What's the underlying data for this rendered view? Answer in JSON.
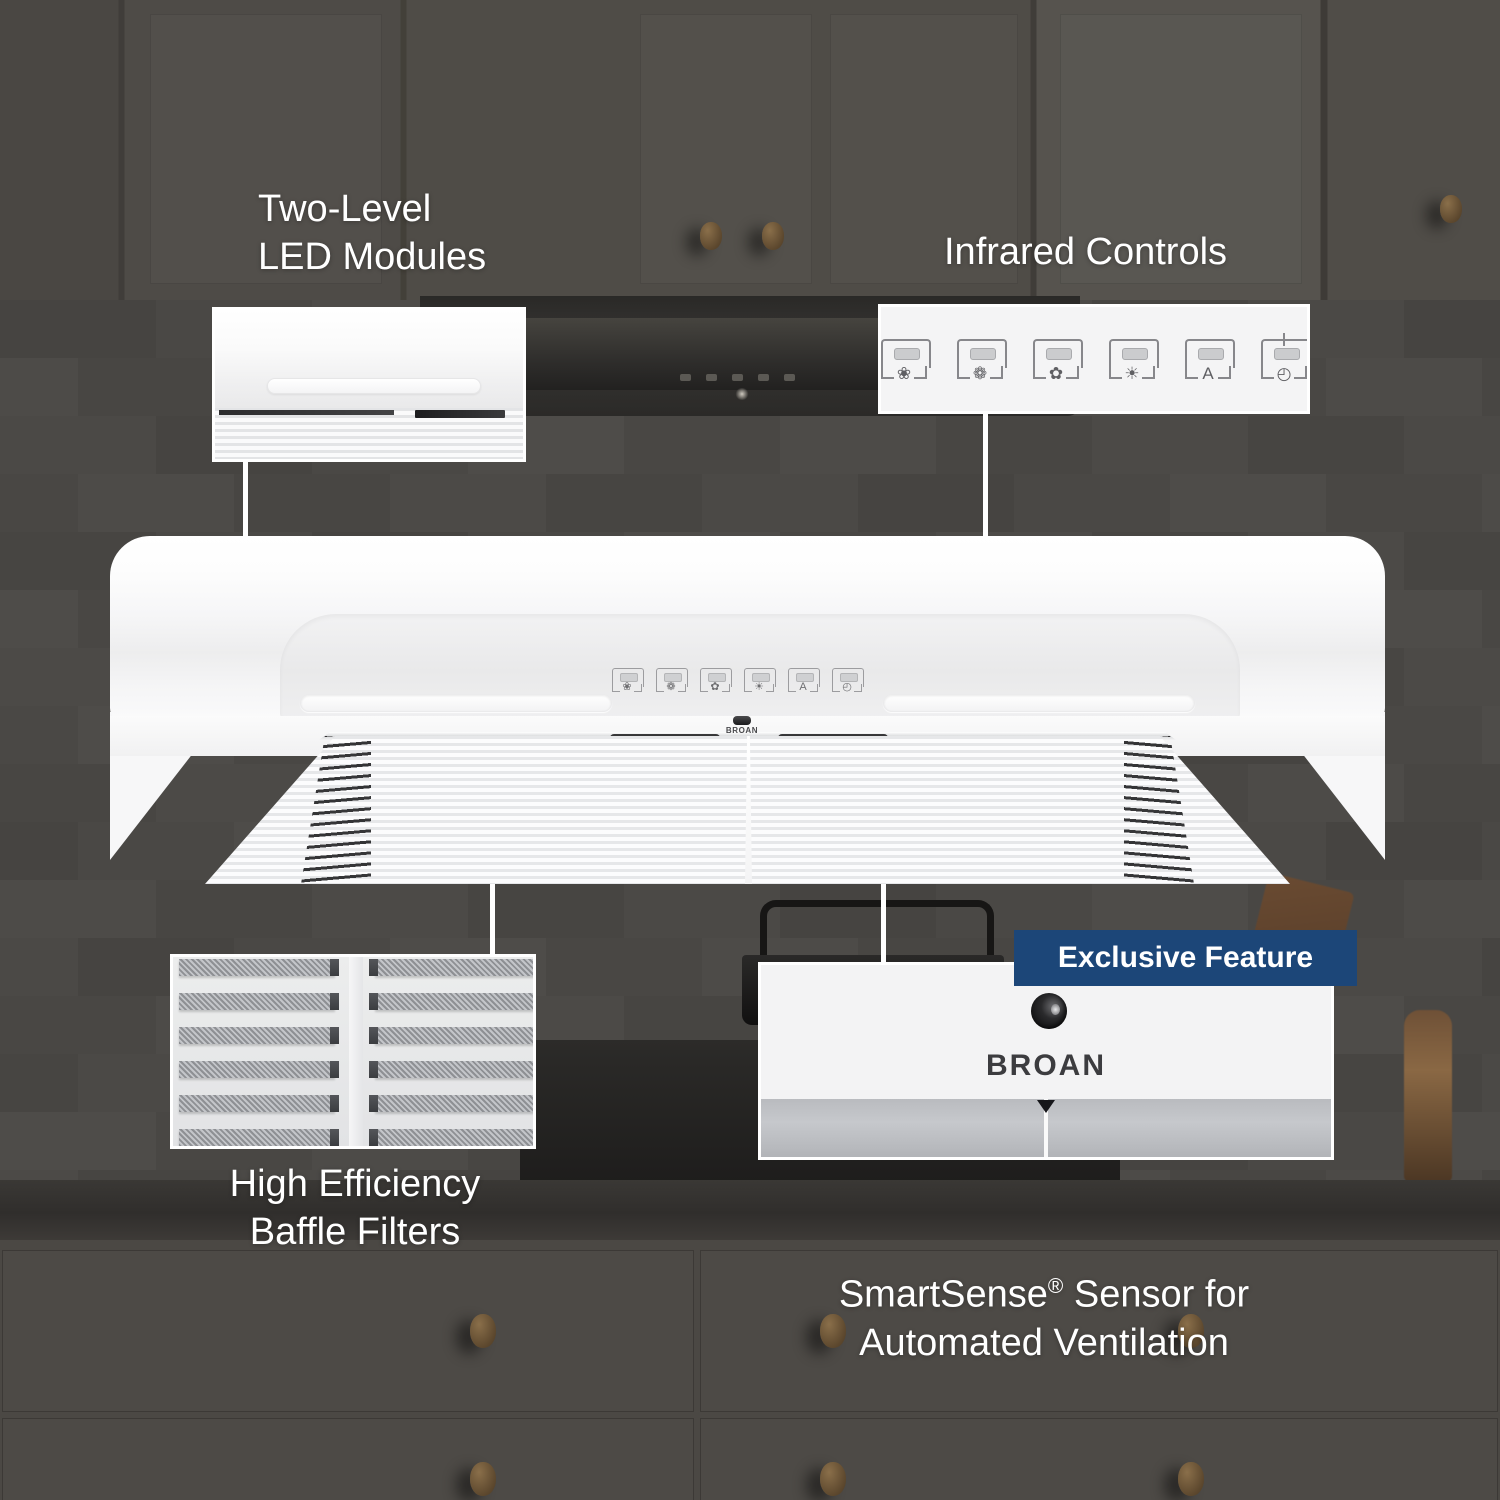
{
  "labels": {
    "led": "Two-Level\nLED Modules",
    "infrared": "Infrared Controls",
    "baffle": "High Efficiency\nBaffle Filters",
    "smartsense_line1": "SmartSense",
    "smartsense_sup": "®",
    "smartsense_line2": " Sensor for",
    "smartsense_line3": "Automated Ventilation"
  },
  "badge": {
    "text": "Exclusive Feature",
    "color": "#1c4678"
  },
  "brand": {
    "name": "BROAN",
    "hood_mark": "BROAN"
  },
  "controls": {
    "title": "Infrared Controls",
    "buttons": [
      {
        "name": "fan-speed-1-button",
        "glyph": "❀",
        "label": "Fan Speed 1"
      },
      {
        "name": "fan-speed-2-button",
        "glyph": "❁",
        "label": "Fan Speed 2"
      },
      {
        "name": "fan-speed-3-button",
        "glyph": "✿",
        "label": "Fan Speed 3"
      },
      {
        "name": "light-button",
        "glyph": "☀",
        "label": "Light"
      },
      {
        "name": "auto-mode-button",
        "glyph": "A",
        "label": "Auto Mode"
      },
      {
        "name": "timer-button",
        "glyph": "◴",
        "label": "Timer"
      }
    ]
  },
  "insets": {
    "led": {
      "name": "Two-Level LED Modules detail"
    },
    "infrared": {
      "name": "Infrared Controls detail"
    },
    "baffle": {
      "name": "High Efficiency Baffle Filters detail"
    },
    "smartsense": {
      "name": "SmartSense Sensor detail"
    }
  },
  "colors": {
    "background": "#4c4945",
    "product_white": "#ffffff",
    "badge_navy": "#1c4678",
    "text_white": "#ffffff",
    "grille_gray": "#e6e7e9"
  }
}
